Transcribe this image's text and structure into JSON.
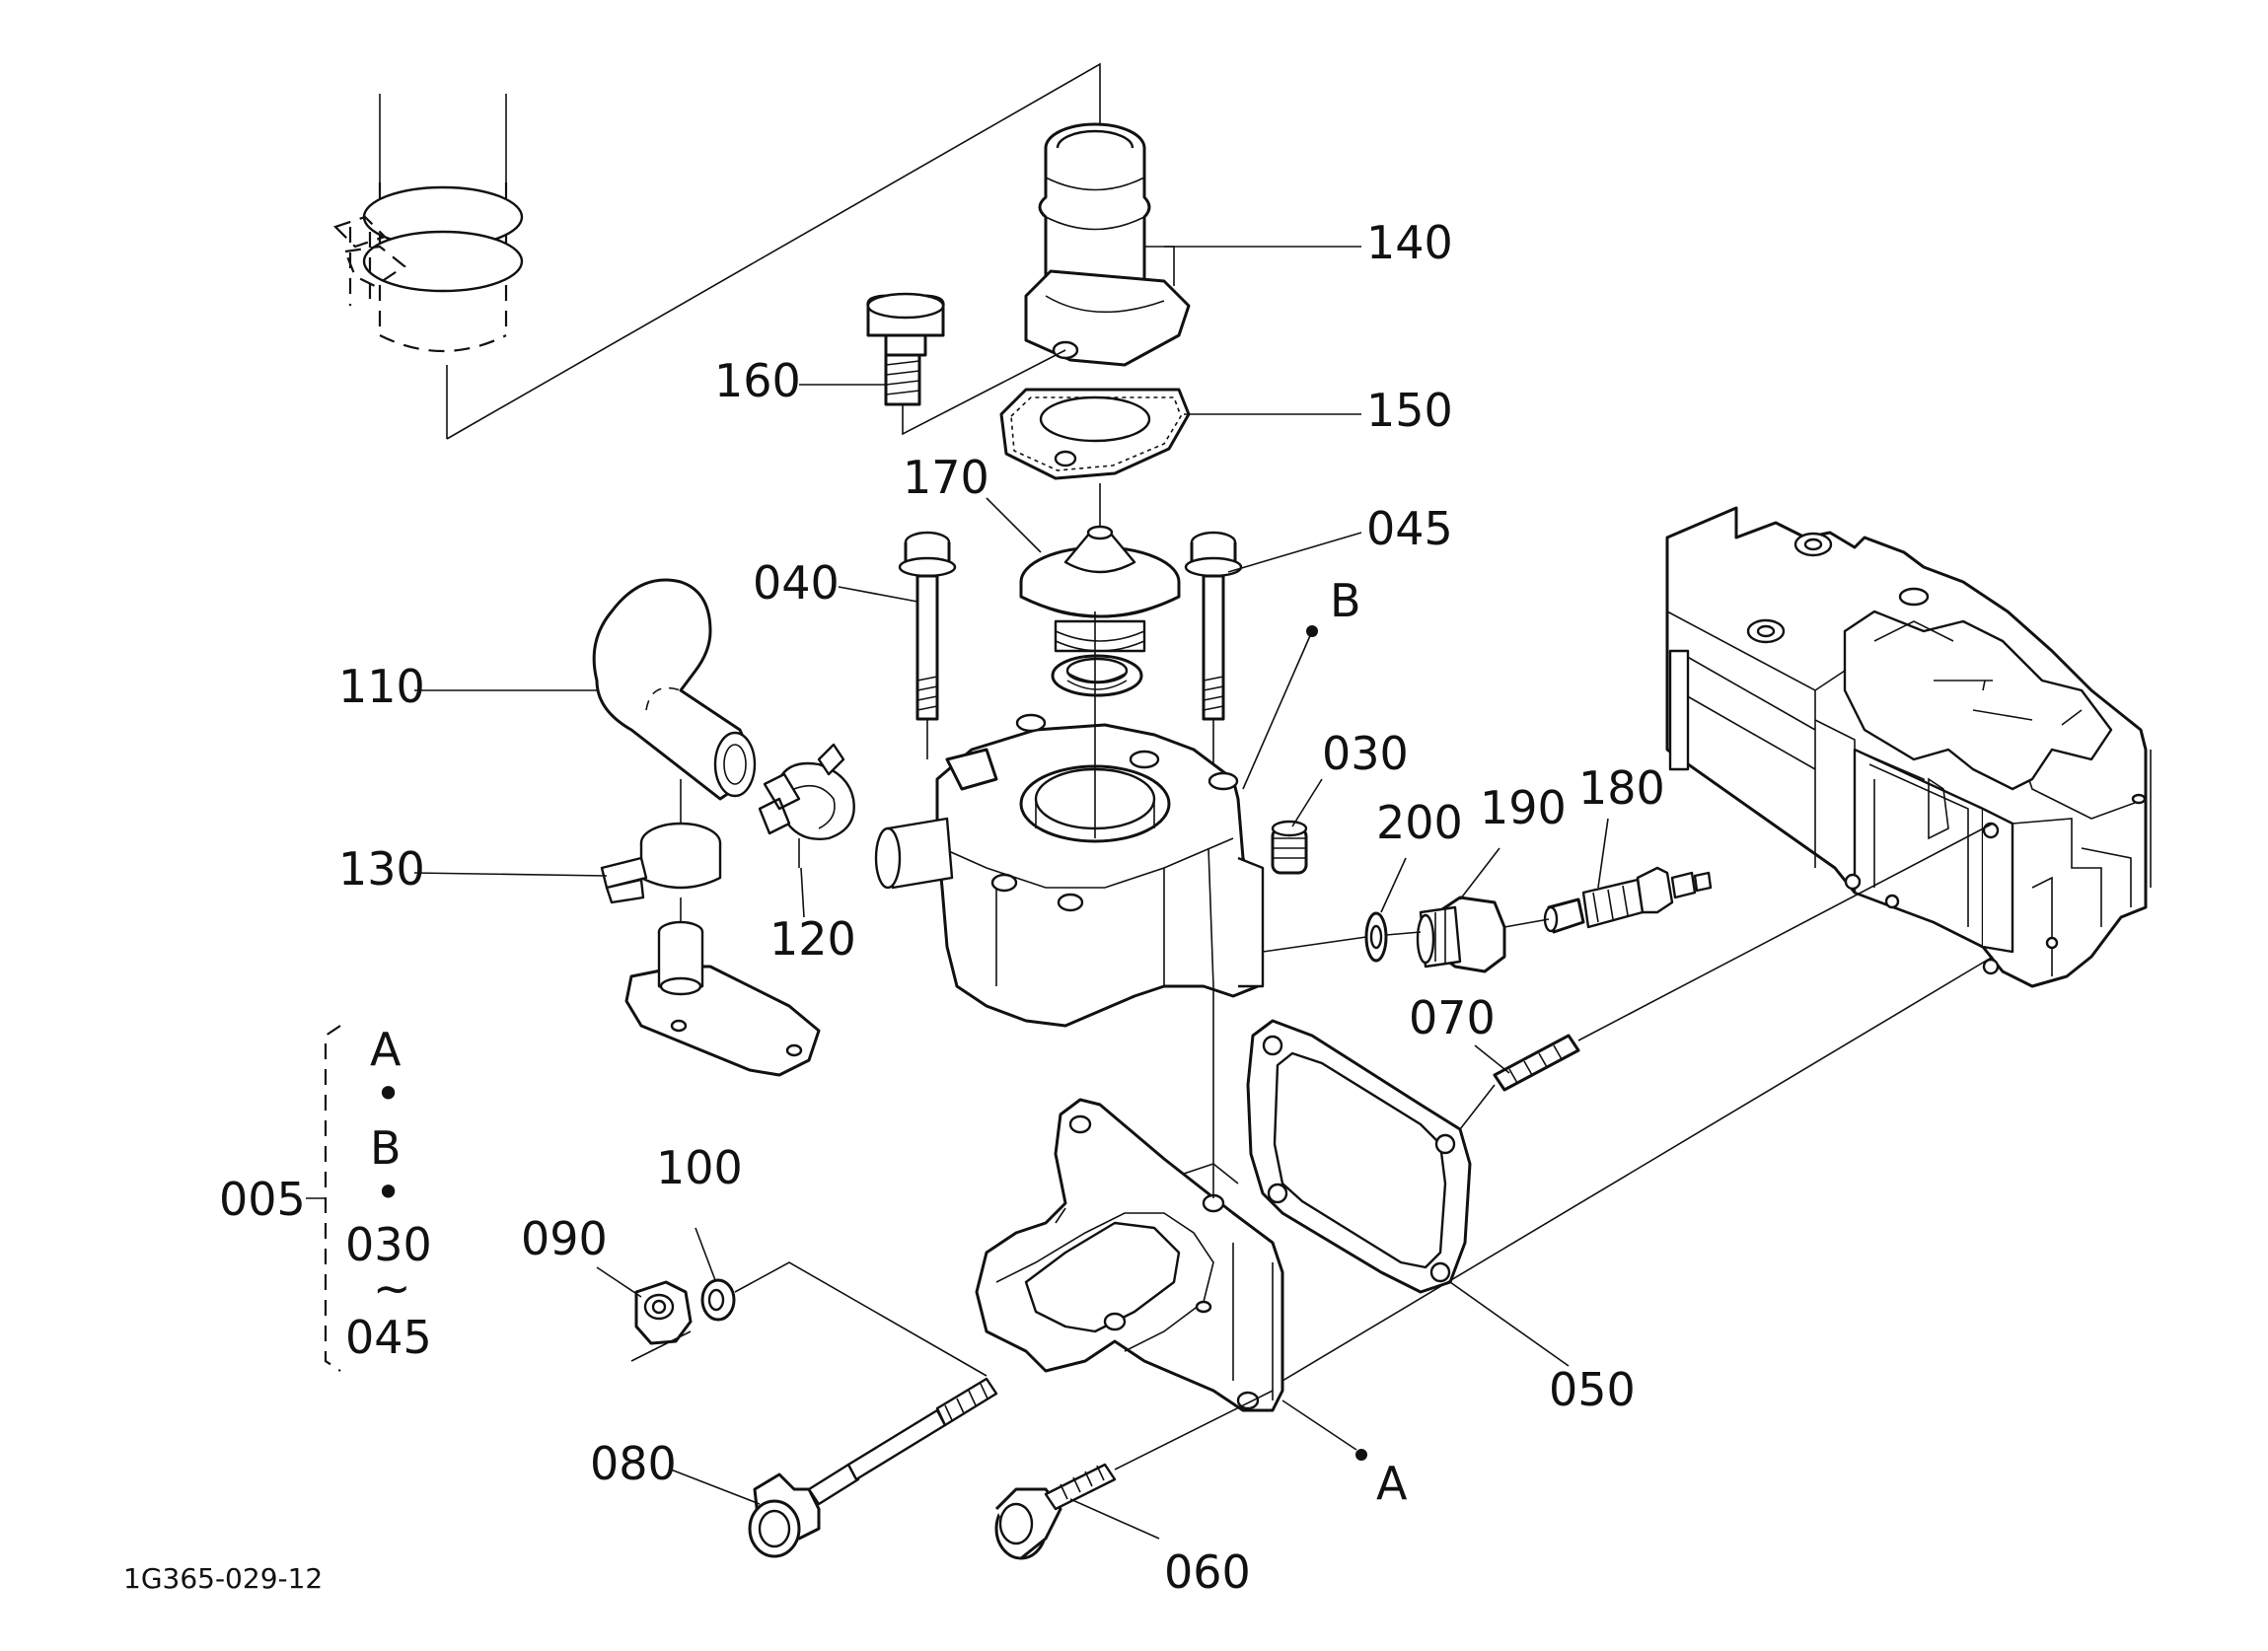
{
  "diagram": {
    "drawing_code": "1G365-029-12",
    "group": {
      "part_no": "005",
      "members": [
        "A",
        "•",
        "B",
        "•",
        "030",
        "~",
        "045"
      ]
    },
    "markers": [
      {
        "id": "marker-a",
        "label": "A"
      },
      {
        "id": "marker-b",
        "label": "B"
      }
    ],
    "callouts": [
      {
        "id": "140",
        "label": "140"
      },
      {
        "id": "150",
        "label": "150"
      },
      {
        "id": "160",
        "label": "160"
      },
      {
        "id": "170",
        "label": "170"
      },
      {
        "id": "045",
        "label": "045"
      },
      {
        "id": "040",
        "label": "040"
      },
      {
        "id": "110",
        "label": "110"
      },
      {
        "id": "030",
        "label": "030"
      },
      {
        "id": "200",
        "label": "200"
      },
      {
        "id": "190",
        "label": "190"
      },
      {
        "id": "180",
        "label": "180"
      },
      {
        "id": "130",
        "label": "130"
      },
      {
        "id": "120",
        "label": "120"
      },
      {
        "id": "070",
        "label": "070"
      },
      {
        "id": "100",
        "label": "100"
      },
      {
        "id": "090",
        "label": "090"
      },
      {
        "id": "050",
        "label": "050"
      },
      {
        "id": "080",
        "label": "080"
      },
      {
        "id": "060",
        "label": "060"
      }
    ]
  }
}
